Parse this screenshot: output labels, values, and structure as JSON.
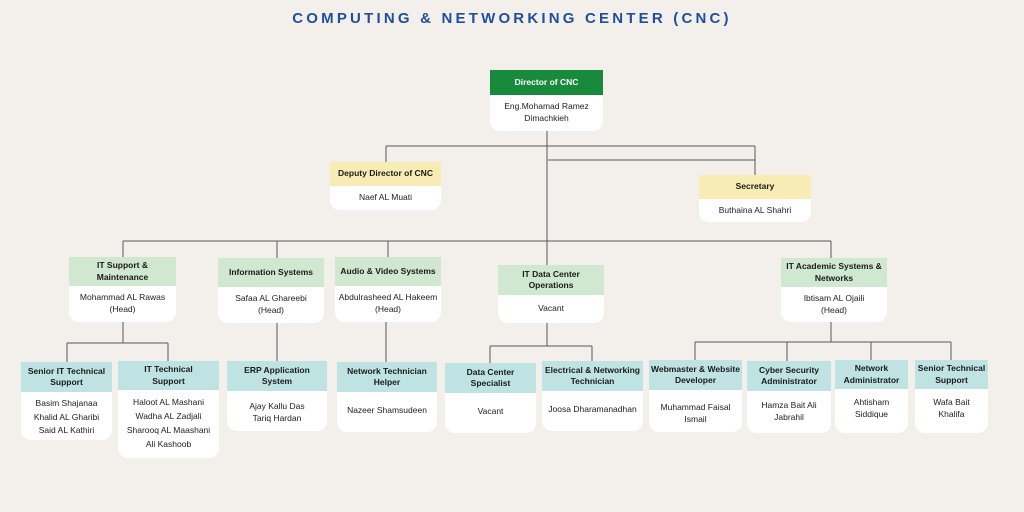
{
  "title": "COMPUTING & NETWORKING CENTER (CNC)",
  "nodes": {
    "director": {
      "title": "Director of CNC",
      "people": [
        "Eng.Mohamad Ramez",
        "Dimachkieh"
      ]
    },
    "deputy": {
      "title": "Deputy Director of CNC",
      "people": [
        "Naef AL Muati"
      ]
    },
    "secretary": {
      "title": "Secretary",
      "people": [
        "Buthaina AL Shahri"
      ]
    },
    "it_support": {
      "title": [
        "IT Support &",
        "Maintenance"
      ],
      "people": [
        "Mohammad AL Rawas",
        "(Head)"
      ]
    },
    "info_systems": {
      "title": "Information Systems",
      "people": [
        "Safaa AL Ghareebi",
        "(Head)"
      ]
    },
    "audio_video": {
      "title": "Audio & Video Systems",
      "people": [
        "Abdulrasheed AL Hakeem",
        "(Head)"
      ]
    },
    "data_center_ops": {
      "title": [
        "IT Data Center",
        "Operations"
      ],
      "people": [
        "Vacant"
      ]
    },
    "academic_systems": {
      "title": [
        "IT Academic Systems &",
        "Networks"
      ],
      "people": [
        "Ibtisam AL Ojaili",
        "(Head)"
      ]
    },
    "senior_it_support": {
      "title": [
        "Senior IT Technical",
        "Support"
      ],
      "people": [
        "Basim Shajanaa",
        "Khalid AL Gharibi",
        "Said AL Kathiri"
      ]
    },
    "it_technical_support": {
      "title": [
        "IT Technical",
        "Support"
      ],
      "people": [
        "Haloot AL Mashani",
        "Wadha AL Zadjali",
        "Sharooq AL Maashani",
        "Ali Kashoob"
      ]
    },
    "erp": {
      "title": [
        "ERP Application",
        "System"
      ],
      "people": [
        "Ajay Kallu Das",
        "Tariq Hardan"
      ]
    },
    "network_helper": {
      "title": [
        "Network Technician",
        "Helper"
      ],
      "people": [
        "Nazeer Shamsudeen"
      ]
    },
    "dc_specialist": {
      "title": [
        "Data Center",
        "Specialist"
      ],
      "people": [
        "Vacant"
      ]
    },
    "electrical_networking": {
      "title": [
        "Electrical & Networking",
        "Technician"
      ],
      "people": [
        "Joosa Dharamanadhan"
      ]
    },
    "webmaster": {
      "title": [
        "Webmaster & Website",
        "Developer"
      ],
      "people": [
        "Muhammad Faisal",
        "Ismail"
      ]
    },
    "cyber_security": {
      "title": [
        "Cyber Security",
        "Administrator"
      ],
      "people": [
        "Hamza Bait Ali",
        "Jabrahil"
      ]
    },
    "network_admin": {
      "title": [
        "Network",
        "Administrator"
      ],
      "people": [
        "Ahtisham",
        "Siddique"
      ]
    },
    "senior_technical": {
      "title": [
        "Senior Technical",
        "Support"
      ],
      "people": [
        "Wafa Bait",
        "Khalifa"
      ]
    }
  },
  "colors": {
    "title": "#1f4f9e",
    "director_header": "#188a3c",
    "deputy_header": "#f7edb4",
    "department_header": "#cfe8cf",
    "unit_header": "#bfe3e3",
    "background": "#f3efea",
    "card": "#ffffff"
  }
}
